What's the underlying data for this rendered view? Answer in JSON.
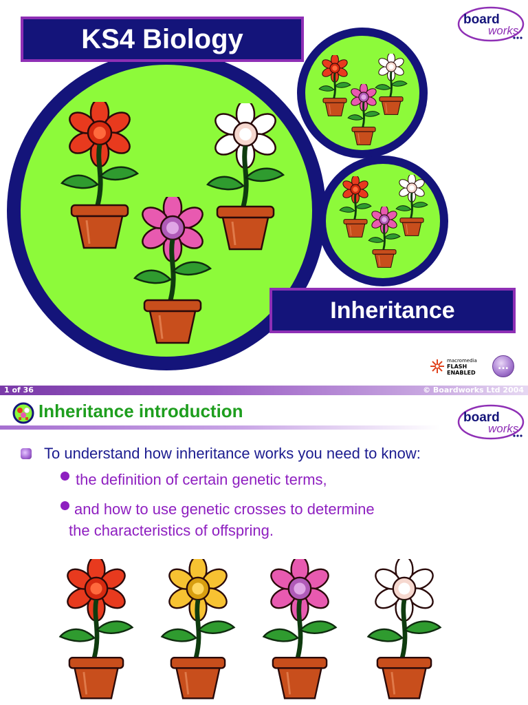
{
  "slide1": {
    "title": "KS4 Biology",
    "subtitle": "Inheritance",
    "logo": {
      "line1": "board",
      "line2": "works",
      "icon": "boardworks-logo"
    },
    "flash_badge": {
      "line1": "macromedia",
      "line2": "FLASH",
      "line3": "ENABLED",
      "icon": "macromedia-flash-logo"
    },
    "next_button": {
      "label": "...",
      "icon": "next-arrow-icon"
    },
    "flowers": [
      "red-flower-icon",
      "white-flower-icon",
      "pink-flower-icon"
    ]
  },
  "status_bar": {
    "page": "1 of 36",
    "copyright": "© Boardworks Ltd 2004"
  },
  "slide2": {
    "heading": "Inheritance introduction",
    "heading_icon": "flowers-thumbnail-icon",
    "logo": {
      "line1": "board",
      "line2": "works",
      "icon": "boardworks-logo"
    },
    "intro": "To understand how inheritance works you need to know:",
    "points": [
      " the definition of certain genetic terms,",
      "and how to use genetic crosses to determine",
      " the characteristics of offspring."
    ],
    "flowers": [
      "red-flower-icon",
      "yellow-flower-icon",
      "pink-flower-icon",
      "white-flower-icon"
    ]
  },
  "colors": {
    "navy": "#14147a",
    "purple": "#8e2fb5",
    "green_bg": "#8dfa3a",
    "heading_green": "#1e9e1e",
    "sub_text": "#8e1fc0"
  }
}
